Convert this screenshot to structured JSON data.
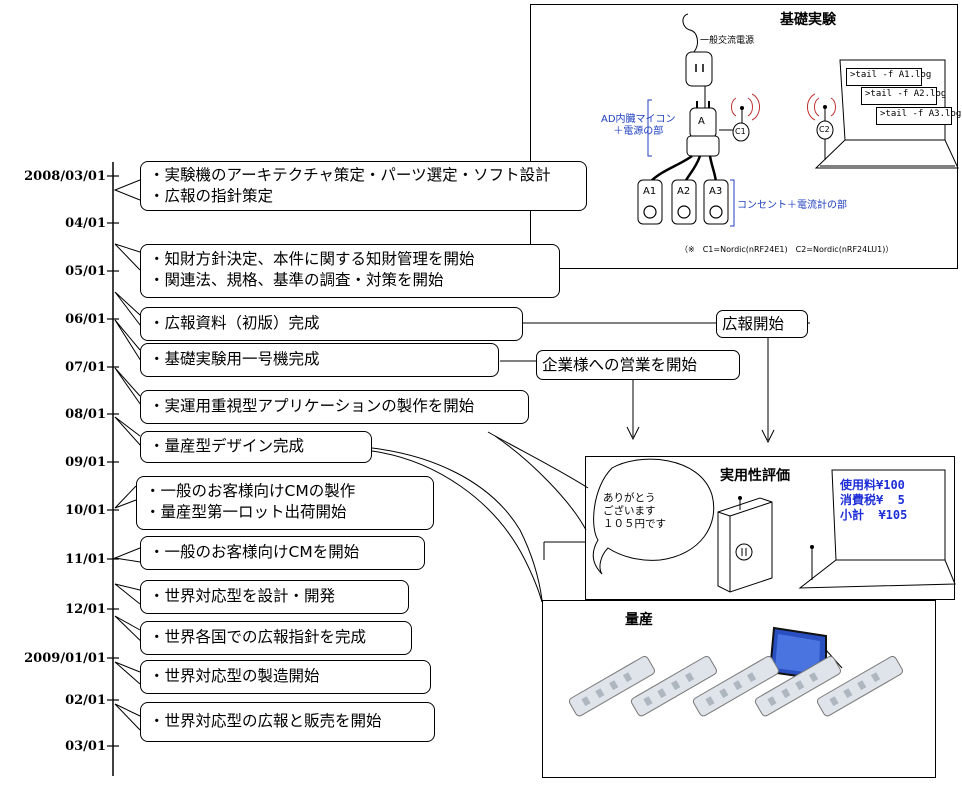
{
  "timeline": {
    "dates": [
      "2008/03/01",
      "04/01",
      "05/01",
      "06/01",
      "07/01",
      "08/01",
      "09/01",
      "10/01",
      "11/01",
      "12/01",
      "2009/01/01",
      "02/01",
      "03/01"
    ],
    "events": [
      [
        "・実験機のアーキテクチャ策定・パーツ選定・ソフト設計",
        "・広報の指針策定"
      ],
      [
        "・知財方針決定、本件に関する知財管理を開始",
        "・関連法、規格、基準の調査・対策を開始"
      ],
      [
        "・広報資料（初版）完成"
      ],
      [
        "・基礎実験用一号機完成"
      ],
      [
        "・実運用重視型アプリケーションの製作を開始"
      ],
      [
        "・量産型デザイン完成"
      ],
      [
        "・一般のお客様向けCMの製作",
        "・量産型第一ロット出荷開始"
      ],
      [
        "・一般のお客様向けCMを開始"
      ],
      [
        "・世界対応型を設計・開発"
      ],
      [
        "・世界各国での広報指針を完成"
      ],
      [
        "・世界対応型の製造開始"
      ],
      [
        "・世界対応型の広報と販売を開始"
      ]
    ]
  },
  "labels": {
    "pr_start": "広報開始",
    "sales_start": "企業様への営業を開始"
  },
  "basic_experiment": {
    "title": "基礎実験",
    "power_source": "一般交流電源",
    "mcu_section": [
      "AD内臓マイコン",
      "＋電源の部"
    ],
    "outlet_section": "コンセント＋電流計の部",
    "node_a": "A",
    "c1": "C1",
    "c2": "C2",
    "outlets": [
      "A1",
      "A2",
      "A3"
    ],
    "logs": [
      ">tail -f A1.log",
      ">tail -f A2.log",
      ">tail -f A3.log"
    ],
    "note": "（※　C1=Nordic(nRF24E1)　C2=Nordic(nRF24LU1)）"
  },
  "practical_evaluation": {
    "title": "実用性評価",
    "speech": [
      "ありがとう",
      "ございます",
      "１０５円です"
    ],
    "price_lines": [
      "使用料¥100",
      "消費税¥  5",
      "小計  ¥105"
    ]
  },
  "mass_production": {
    "title": "量産"
  },
  "colors": {
    "accent_blue": "#1f3fbf",
    "price_blue": "#1f2fd8",
    "screen_blue": "#2a4fc0"
  }
}
